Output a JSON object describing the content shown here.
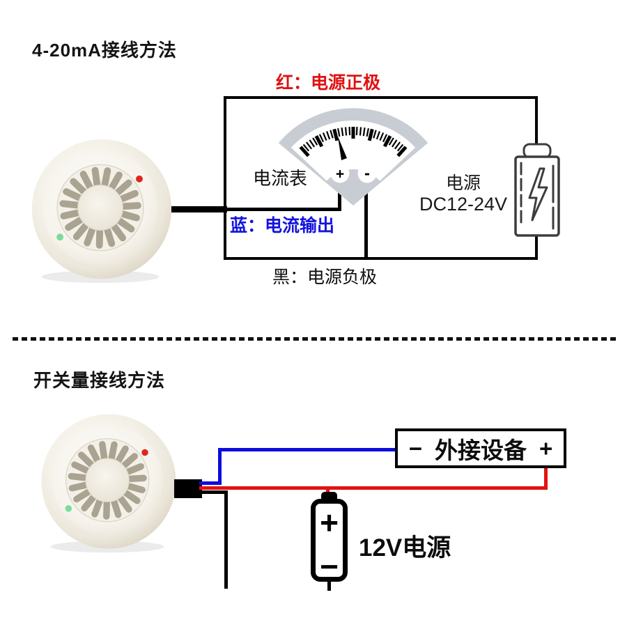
{
  "colors": {
    "wire_black": "#000000",
    "wire_red": "#e31212",
    "wire_blue": "#0c0cdd",
    "label_red": "#e01212",
    "label_blue": "#1414dd",
    "gauge_gray": "#c7cdd2",
    "detector_body": "#f2eee6",
    "led_red": "#e2261a",
    "led_green": "#77dd99"
  },
  "section_4_20ma": {
    "title": "4-20mA接线方法",
    "label_red_wire": "红：电源正极",
    "label_blue_wire": "蓝：电流输出",
    "label_black_wire": "黑：电源负极",
    "ammeter_label": "电流表",
    "ammeter_terminal_plus": "+",
    "ammeter_terminal_minus": "-",
    "power_label_line1": "电源",
    "power_label_line2": "DC12-24V"
  },
  "section_switch": {
    "title": "开关量接线方法",
    "device_minus": "−",
    "device_label": "外接设备",
    "device_plus": "+",
    "battery_plus": "+",
    "battery_minus": "−",
    "battery_label": "12V电源"
  }
}
